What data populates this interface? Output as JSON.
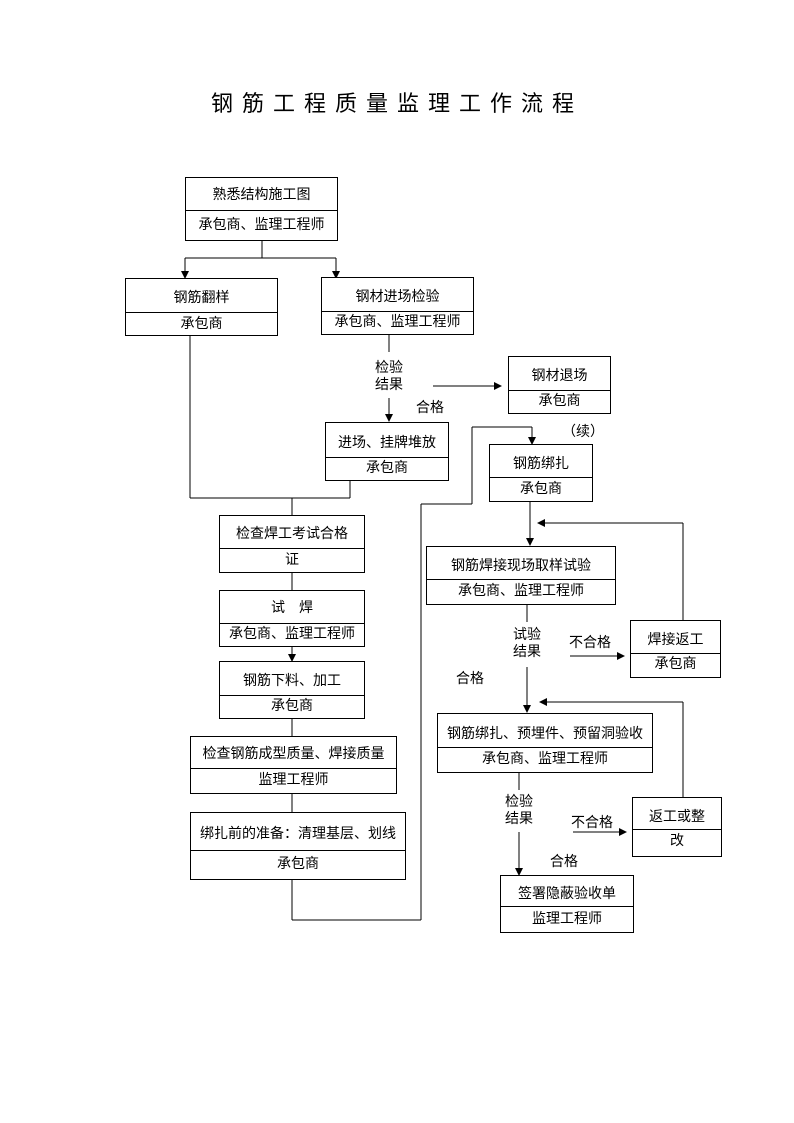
{
  "title": "钢筋工程质量监理工作流程",
  "continued": "（续）",
  "boxes": {
    "familiarize": {
      "top": "熟悉结构施工图",
      "bottom": "承包商、监理工程师"
    },
    "rebar_layout": {
      "top": "钢筋翻样",
      "bottom": "承包商"
    },
    "steel_entry_inspection": {
      "top": "钢材进场检验",
      "bottom": "承包商、监理工程师"
    },
    "steel_return": {
      "top": "钢材退场",
      "bottom": "承包商"
    },
    "entry_stacking": {
      "top": "进场、挂牌堆放",
      "bottom": "承包商"
    },
    "welder_cert": {
      "top": "检查焊工考试合格",
      "bottom": "证"
    },
    "trial_weld": {
      "top": "试　焊",
      "bottom": "承包商、监理工程师"
    },
    "cutting_processing": {
      "top": "钢筋下料、加工",
      "bottom": "承包商"
    },
    "check_forming": {
      "top": "检查钢筋成型质量、焊接质量",
      "bottom": "监理工程师"
    },
    "pre_binding_prep": {
      "top": "绑扎前的准备：清理基层、划线",
      "bottom": "承包商"
    },
    "rebar_binding": {
      "top": "钢筋绑扎",
      "bottom": "承包商"
    },
    "weld_sampling_test": {
      "top": "钢筋焊接现场取样试验",
      "bottom": "承包商、监理工程师"
    },
    "weld_rework": {
      "top": "焊接返工",
      "bottom": "承包商"
    },
    "binding_embed_acceptance": {
      "top": "钢筋绑扎、预埋件、预留洞验收",
      "bottom": "承包商、监理工程师"
    },
    "rework_or_rectify": {
      "top": "返工或整",
      "bottom": "改"
    },
    "sign_concealed_acceptance": {
      "top": "签署隐蔽验收单",
      "bottom": "监理工程师"
    }
  },
  "labels": {
    "inspection_result_1": [
      "检验",
      "结果"
    ],
    "pass_1": "合格",
    "test_result": [
      "试验",
      "结果"
    ],
    "fail_1": "不合格",
    "pass_2": "合格",
    "inspection_result_2": [
      "检验",
      "结果"
    ],
    "fail_2": "不合格",
    "pass_3": "合格"
  }
}
